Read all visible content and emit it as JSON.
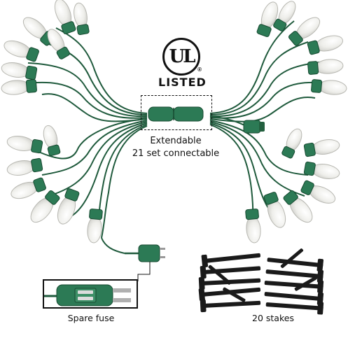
{
  "certification": {
    "logo_letters": "UL",
    "registered_mark": "®",
    "listed_label": "LISTED"
  },
  "features": {
    "extendable_label": "Extendable",
    "connectable_label": "21 set connectable"
  },
  "accessories": {
    "spare_fuse_label": "Spare fuse",
    "stakes_label": "20 stakes"
  },
  "colors": {
    "wire_green": "#1f5a3c",
    "socket_green": "#2c7a55",
    "bulb_glass": "#f2f2ef",
    "stake_black": "#1a1a1a"
  }
}
